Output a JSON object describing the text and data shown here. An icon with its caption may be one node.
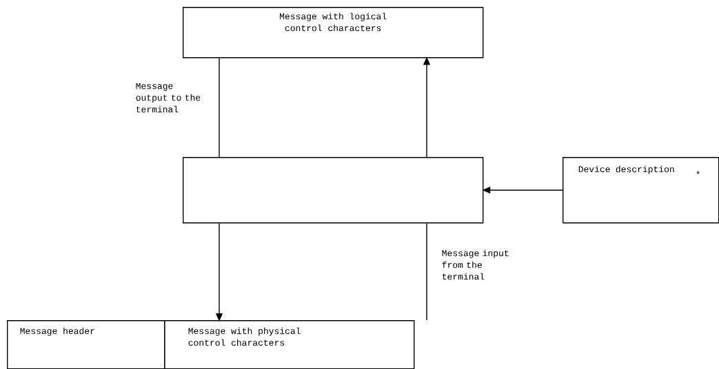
{
  "diagram": {
    "nodes": [
      {
        "text": [
          "Message with logical control characters"
        ]
      },
      {
        "text": [],
        "shape": "box"
      },
      {
        "text": [
          "Device description",
          "*"
        ]
      },
      {
        "text": [
          "Message header"
        ]
      },
      {
        "text": [
          "Message with physical control characters"
        ]
      }
    ],
    "edges": [
      {
        "from": 0,
        "to": 1,
        "arrow": "none",
        "label": "Message output to the terminal"
      },
      {
        "from": 1,
        "to": 4,
        "arrow": "to"
      },
      {
        "from": 4,
        "to": 1,
        "arrow": "none",
        "label": "Message input from the terminal"
      },
      {
        "from": 1,
        "to": 0,
        "arrow": "to"
      },
      {
        "from": 2,
        "to": 1,
        "arrow": "to"
      }
    ]
  }
}
